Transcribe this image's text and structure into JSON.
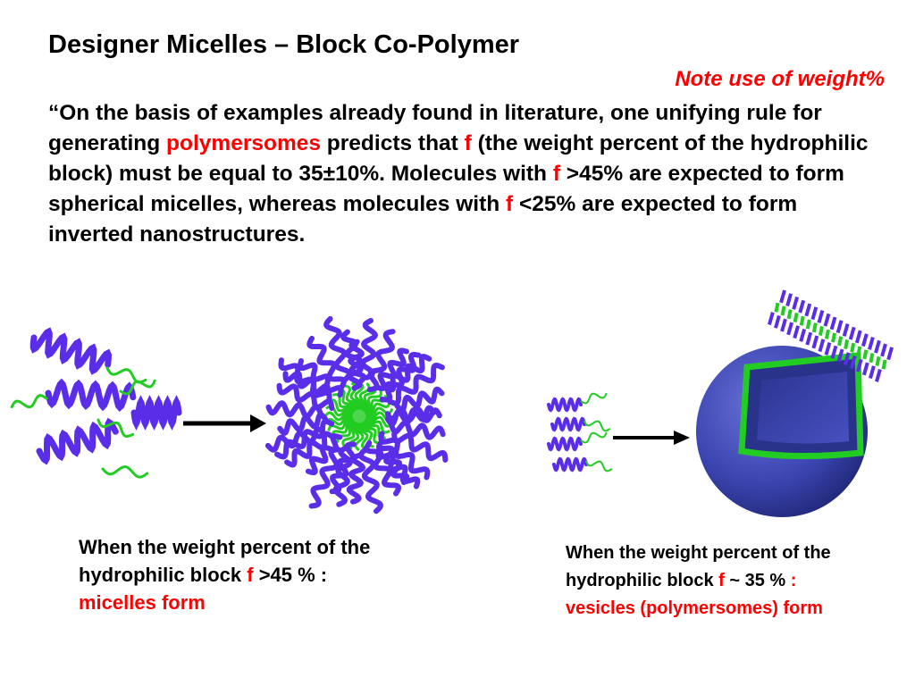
{
  "slide": {
    "title": "Designer Micelles – Block Co-Polymer",
    "note": "Note use of weight%",
    "quote": {
      "p1": "“On the basis of examples already found in literature, one unifying rule for generating ",
      "polymersomes": "polymersomes",
      "p2": " predicts that ",
      "f1": "f",
      "p3": " (the weight percent of the hydrophilic block) must be equal to 35±10%. Molecules with ",
      "f2": "f",
      "p4": " >45% are expected to form spherical micelles, whereas molecules with ",
      "f3": "f",
      "p5": " <25% are expected to form inverted nanostructures."
    },
    "caption_left": {
      "prefix": "When the weight percent of the hydrophilic block ",
      "f": "f",
      "suffix": " >45 % :",
      "result": "micelles form"
    },
    "caption_right": {
      "prefix": "When the weight percent of the hydrophilic block ",
      "f": "f",
      "suffix": " ~ 35 % ",
      "colon": ":",
      "result": "vesicles (polymersomes) form"
    },
    "colors": {
      "hydrophobic_helix": "#5a2ee8",
      "hydrophilic_chain": "#22cc22",
      "vesicle_sphere": "#3b45b0",
      "accent_red": "#ff0000",
      "arrow": "#000000"
    }
  }
}
